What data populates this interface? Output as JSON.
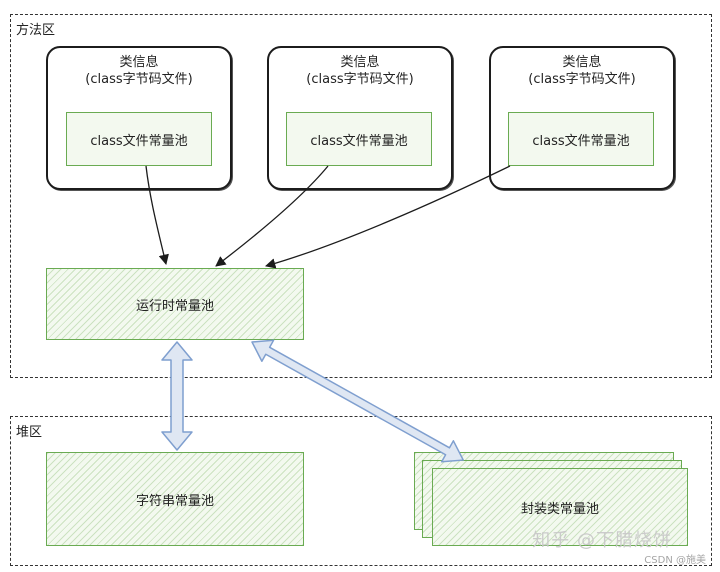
{
  "method_area": {
    "label": "方法区",
    "class_infos": [
      {
        "title_line1": "类信息",
        "title_line2": "(class字节码文件)",
        "pool_label": "class文件常量池"
      },
      {
        "title_line1": "类信息",
        "title_line2": "(class字节码文件)",
        "pool_label": "class文件常量池"
      },
      {
        "title_line1": "类信息",
        "title_line2": "(class字节码文件)",
        "pool_label": "class文件常量池"
      }
    ],
    "runtime_pool_label": "运行时常量池"
  },
  "heap": {
    "label": "堆区",
    "string_pool_label": "字符串常量池",
    "wrapper_pool_label": "封装类常量池"
  },
  "watermark": {
    "text": "知乎 @下腊烧饼",
    "csdn": "CSDN @施美"
  },
  "colors": {
    "green_border": "#6aab52",
    "arrow_blue": "#7f9fcf",
    "dark": "#1c1c1c"
  }
}
